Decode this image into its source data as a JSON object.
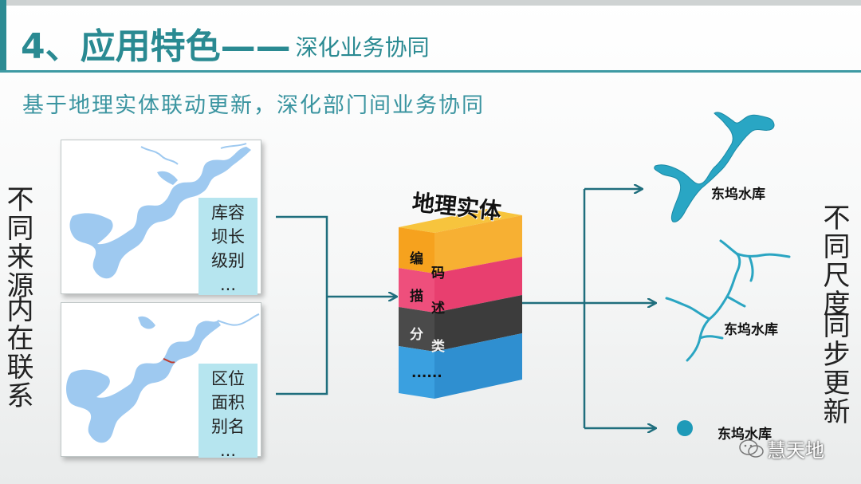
{
  "header": {
    "title_main": "4、应用特色——",
    "title_sub": "深化业务协同"
  },
  "subtitle": "基于地理实体联动更新，深化部门间业务协同",
  "left_vertical": [
    "不同来源",
    "内在联系"
  ],
  "right_vertical": [
    "不同尺度",
    "同步更新"
  ],
  "source_cards": [
    {
      "attributes": [
        "库容",
        "坝长",
        "级别",
        "..."
      ]
    },
    {
      "attributes": [
        "区位",
        "面积",
        "别名",
        "..."
      ]
    }
  ],
  "entity": {
    "title": "地理实体",
    "layers": [
      {
        "chars": [
          "编",
          "码"
        ],
        "color": "#f5a623"
      },
      {
        "chars": [
          "描",
          "述"
        ],
        "color": "#ee4f7c"
      },
      {
        "chars": [
          "分",
          "类"
        ],
        "color": "#4a4a4a"
      },
      {
        "chars": [
          "......"
        ],
        "color": "#3aa0e0"
      }
    ]
  },
  "results": [
    {
      "label": "东坞水库",
      "kind": "polygon"
    },
    {
      "label": "东坞水库",
      "kind": "line"
    },
    {
      "label": "东坞水库",
      "kind": "point"
    }
  ],
  "colors": {
    "teal": "#2a8a92",
    "connector": "#1f6e7d",
    "water": "#9ec9f0",
    "result_water": "#29a6c4"
  },
  "watermark": "慧天地"
}
